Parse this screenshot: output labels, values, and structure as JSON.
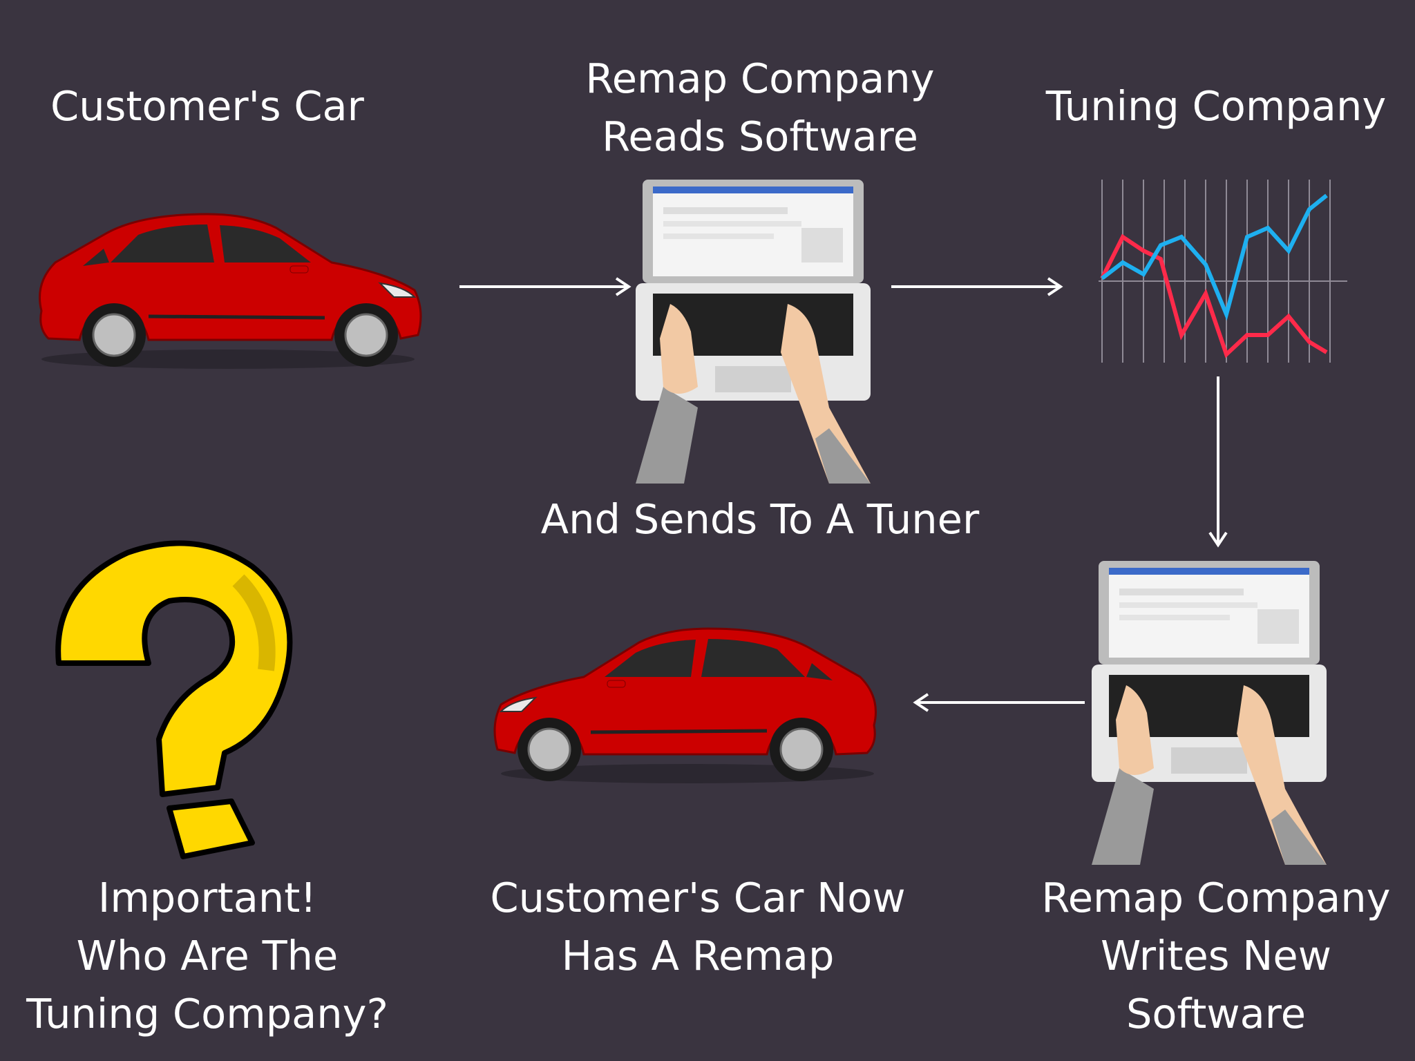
{
  "colors": {
    "background": "#3a3440",
    "text": "#ffffff",
    "car_body": "#cc0000",
    "question_mark": "#ffd800",
    "chart_red": "#ff2a4a",
    "chart_blue": "#1eb0f0"
  },
  "steps": {
    "customer_car": "Customer's Car",
    "remap_reads": "Remap Company\nReads Software",
    "tuning_company": "Tuning Company",
    "sends_to_tuner": "And Sends To A Tuner",
    "remap_writes": "Remap Company\nWrites New\nSoftware",
    "car_now": "Customer's Car Now\nHas A Remap",
    "important": "Important!\nWho Are The\nTuning Company?"
  },
  "icons": {
    "car": "car-icon",
    "laptop": "laptop-icon",
    "chart": "line-chart-icon",
    "question": "question-mark-icon",
    "arrow": "arrow-icon"
  }
}
